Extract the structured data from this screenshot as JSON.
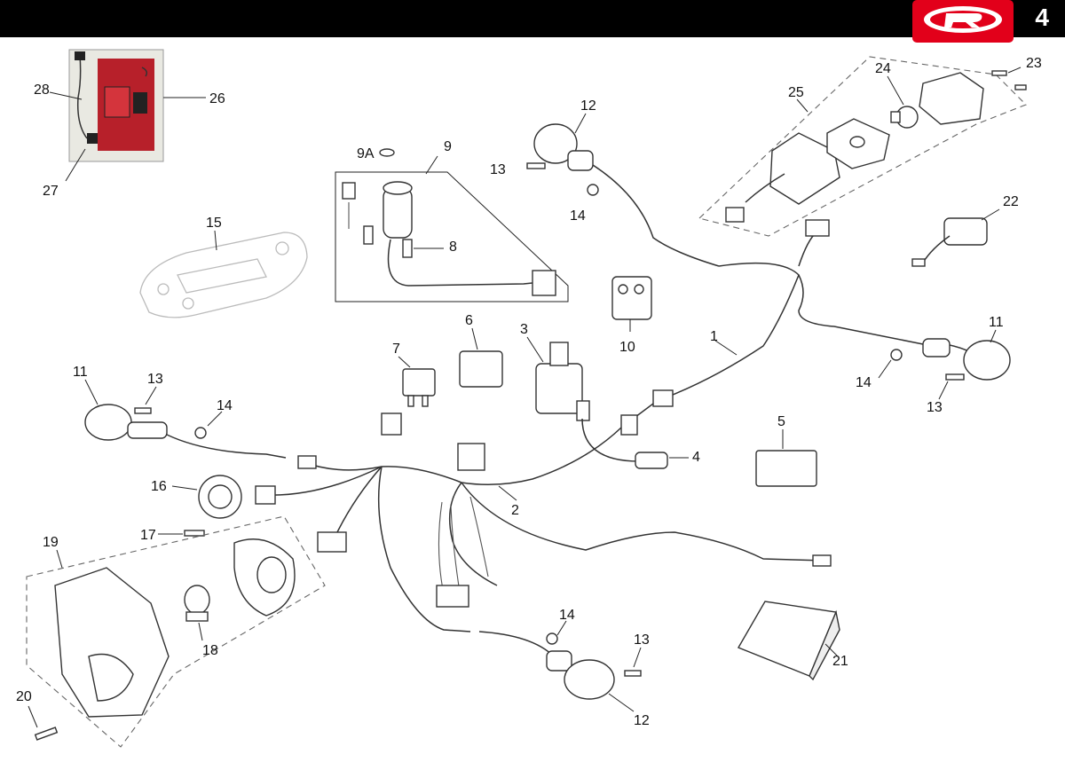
{
  "header": {
    "page_number": "4",
    "logo": "brand-logo-r"
  },
  "colors": {
    "header_bg": "#000000",
    "logo_red": "#e2001a",
    "line": "#333333"
  },
  "callouts": {
    "c1": "1",
    "c2": "2",
    "c3": "3",
    "c4": "4",
    "c5": "5",
    "c6": "6",
    "c7": "7",
    "c8": "8",
    "c9": "9",
    "c9a": "9A",
    "c10": "10",
    "c11a": "11",
    "c11b": "11",
    "c12a": "12",
    "c12b": "12",
    "c13a": "13",
    "c13b": "13",
    "c13c": "13",
    "c13d": "13",
    "c14a": "14",
    "c14b": "14",
    "c14c": "14",
    "c14d": "14",
    "c15": "15",
    "c16": "16",
    "c17": "17",
    "c18": "18",
    "c19": "19",
    "c20": "20",
    "c21": "21",
    "c22": "22",
    "c23": "23",
    "c24": "24",
    "c25": "25",
    "c26": "26",
    "c27": "27",
    "c28": "28"
  }
}
